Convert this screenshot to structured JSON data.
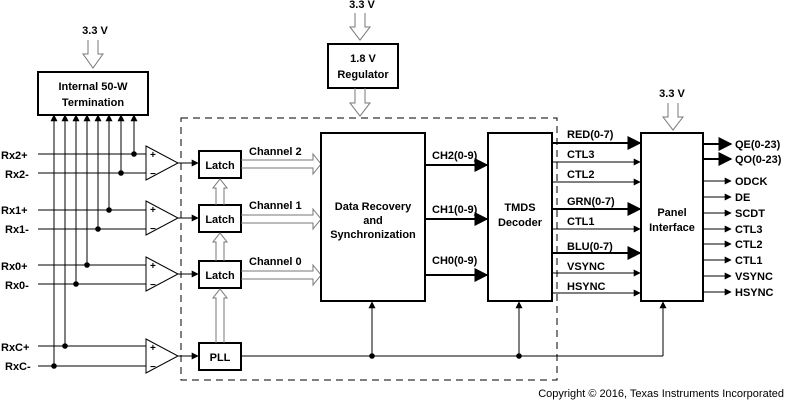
{
  "blocks": {
    "termination": [
      "Internal 50-W",
      "Termination"
    ],
    "regulator": [
      "1.8 V",
      "Regulator"
    ],
    "data_recovery": [
      "Data Recovery",
      "and",
      "Synchronization"
    ],
    "tmds": [
      "TMDS",
      "Decoder"
    ],
    "panel": [
      "Panel",
      "Interface"
    ],
    "latch": "Latch",
    "pll": "PLL"
  },
  "supplies": {
    "termination": "3.3 V",
    "regulator": "3.3 V",
    "panel": "3.3 V"
  },
  "inputs": [
    "Rx2+",
    "Rx2-",
    "Rx1+",
    "Rx1-",
    "Rx0+",
    "Rx0-",
    "RxC+",
    "RxC-"
  ],
  "channels": [
    "Channel 2",
    "Channel 1",
    "Channel 0"
  ],
  "ch_buses": [
    "CH2(0-9)",
    "CH1(0-9)",
    "CH0(0-9)"
  ],
  "decoder_outputs": [
    "RED(0-7)",
    "CTL3",
    "CTL2",
    "GRN(0-7)",
    "CTL1",
    "BLU(0-7)",
    "VSYNC",
    "HSYNC"
  ],
  "panel_outputs": [
    "QE(0-23)",
    "QO(0-23)",
    "ODCK",
    "DE",
    "SCDT",
    "CTL3",
    "CTL2",
    "CTL1",
    "VSYNC",
    "HSYNC"
  ],
  "amp_plus": "+",
  "amp_minus": "−",
  "copyright": "Copyright © 2016, Texas Instruments Incorporated"
}
